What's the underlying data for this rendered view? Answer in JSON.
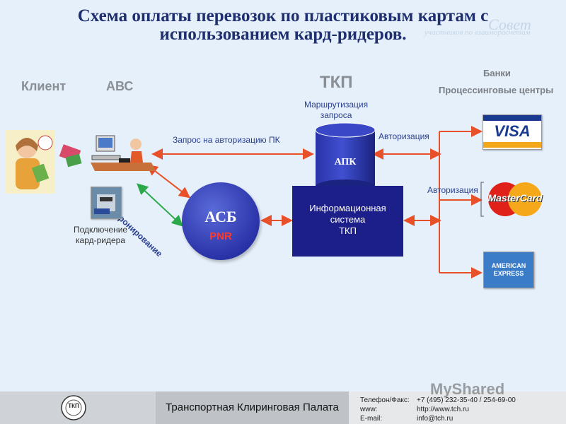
{
  "slide": {
    "title": "Схема оплаты перевозок по пластиковым картам с\nиспользованием кард-ридеров.",
    "watermark": "Совет",
    "watermark_sub": "участников по взаиморасчетам"
  },
  "headers": {
    "client": "Клиент",
    "abc": "АВС",
    "tkp": "ТКП",
    "banks": "Банки",
    "processing": "Процессинговые центры"
  },
  "labels": {
    "routing": "Маршрутизация\nзапроса",
    "auth_request": "Запрос на авторизацию ПК",
    "authorization_1": "Авторизация",
    "authorization_2": "Авторизация",
    "booking": "Бронирование",
    "card_reader": "Подключение\nкард-ридера"
  },
  "nodes": {
    "apk": "АПК",
    "asb": "АСБ",
    "pnr": "PNR",
    "infosys": "Информационная\nсистема\nТКП"
  },
  "cards": {
    "visa": "VISA",
    "mastercard": "MasterCard",
    "amex_1": "AMERICAN",
    "amex_2": "EXPRESS"
  },
  "footer": {
    "org": "Транспортная Клиринговая Палата",
    "phone_label": "Телефон/Факс:",
    "phone_value": "+7 (495) 232-35-40 / 254-69-00",
    "www_label": "www:",
    "www_value": "http://www.tch.ru",
    "email_label": "E-mail:",
    "email_value": "info@tch.ru",
    "logo_text": "ТКП",
    "myshared": "MyShared"
  },
  "colors": {
    "title": "#1f2f6f",
    "arrow_orange": "#e8502a",
    "arrow_green": "#2aa84a",
    "node_dark_blue": "#1c1f8a",
    "pnr_red": "#ff3a2a"
  }
}
